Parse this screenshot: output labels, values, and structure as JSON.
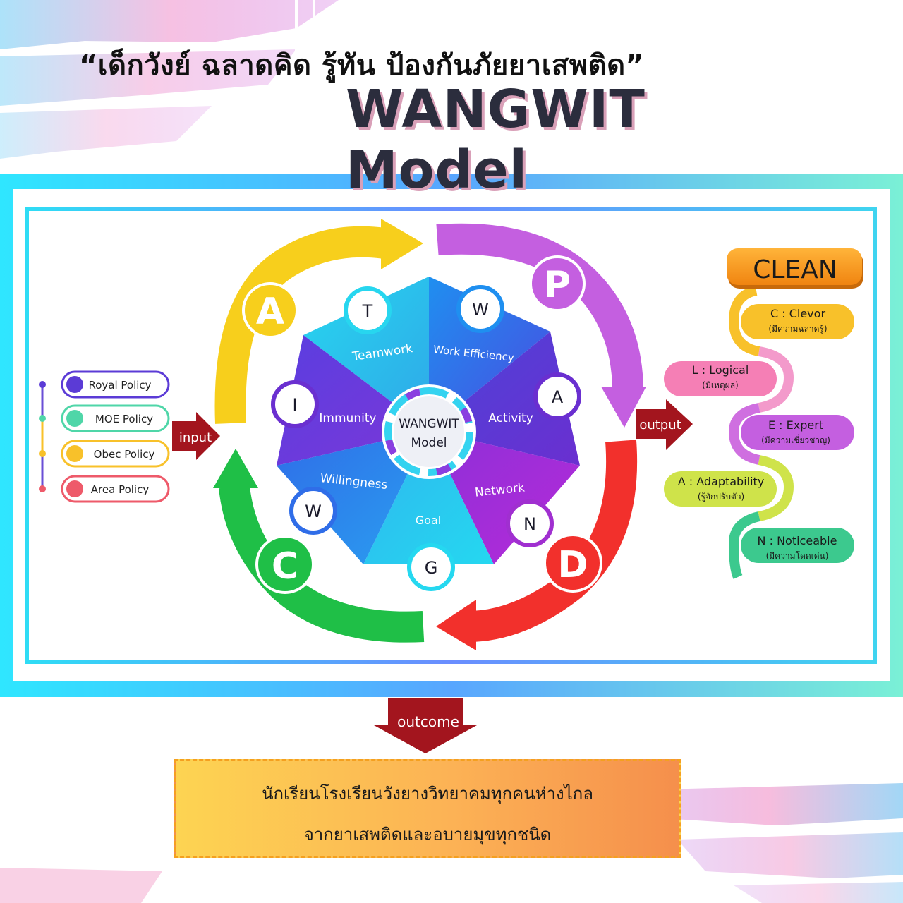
{
  "header": {
    "title_thai": "“เด็กวังย์ ฉลาดคิด รู้ทัน ป้องกันภัยยาเสพติด”",
    "title_model": "WANGWIT Model"
  },
  "policies": [
    "Royal Policy",
    "MOE Policy",
    "Obec Policy",
    "Area Policy"
  ],
  "flow_labels": {
    "input": "input",
    "output": "output",
    "outcome": "outcome"
  },
  "cycle": {
    "top_left": "A",
    "top_right": "P",
    "bottom_right": "D",
    "bottom_left": "C"
  },
  "center": {
    "line1": "WANGWIT",
    "line2": "Model"
  },
  "segments": [
    {
      "name": "Teamwork",
      "letter": "T"
    },
    {
      "name": "Work Efficiency",
      "letter": "W"
    },
    {
      "name": "Activity",
      "letter": "A"
    },
    {
      "name": "Network",
      "letter": "N"
    },
    {
      "name": "Goal",
      "letter": "G"
    },
    {
      "name": "Willingness",
      "letter": "W"
    },
    {
      "name": "Immunity",
      "letter": "I"
    }
  ],
  "clean": {
    "title": "CLEAN",
    "items": [
      {
        "label": "C : Clevor",
        "sub": "(มีความฉลาดรู้)"
      },
      {
        "label": "L : Logical",
        "sub": "(มีเหตุผล)"
      },
      {
        "label": "E : Expert",
        "sub": "(มีความเชี่ยวชาญ)"
      },
      {
        "label": "A : Adaptability",
        "sub": "(รู้จักปรับตัว)"
      },
      {
        "label": "N : Noticeable",
        "sub": "(มีความโดดเด่น)"
      }
    ]
  },
  "outcome_text": {
    "line1": "นักเรียนโรงเรียนวังยางวิทยาคมทุกคนห่างไกล",
    "line2": "จากยาเสพติดและอบายมุขทุกชนิด"
  },
  "colors": {
    "cycle_A": "#f7cf1c",
    "cycle_P": "#c45fe0",
    "cycle_D": "#f2302c",
    "cycle_C": "#1fbf47",
    "flow_arrow": "#a3151e",
    "clean_badge": "#f4961a",
    "policy_royal": "#5b3bd6",
    "policy_moe": "#4fd6a8",
    "policy_obec": "#f8c12a",
    "policy_area": "#ee5a6a"
  }
}
